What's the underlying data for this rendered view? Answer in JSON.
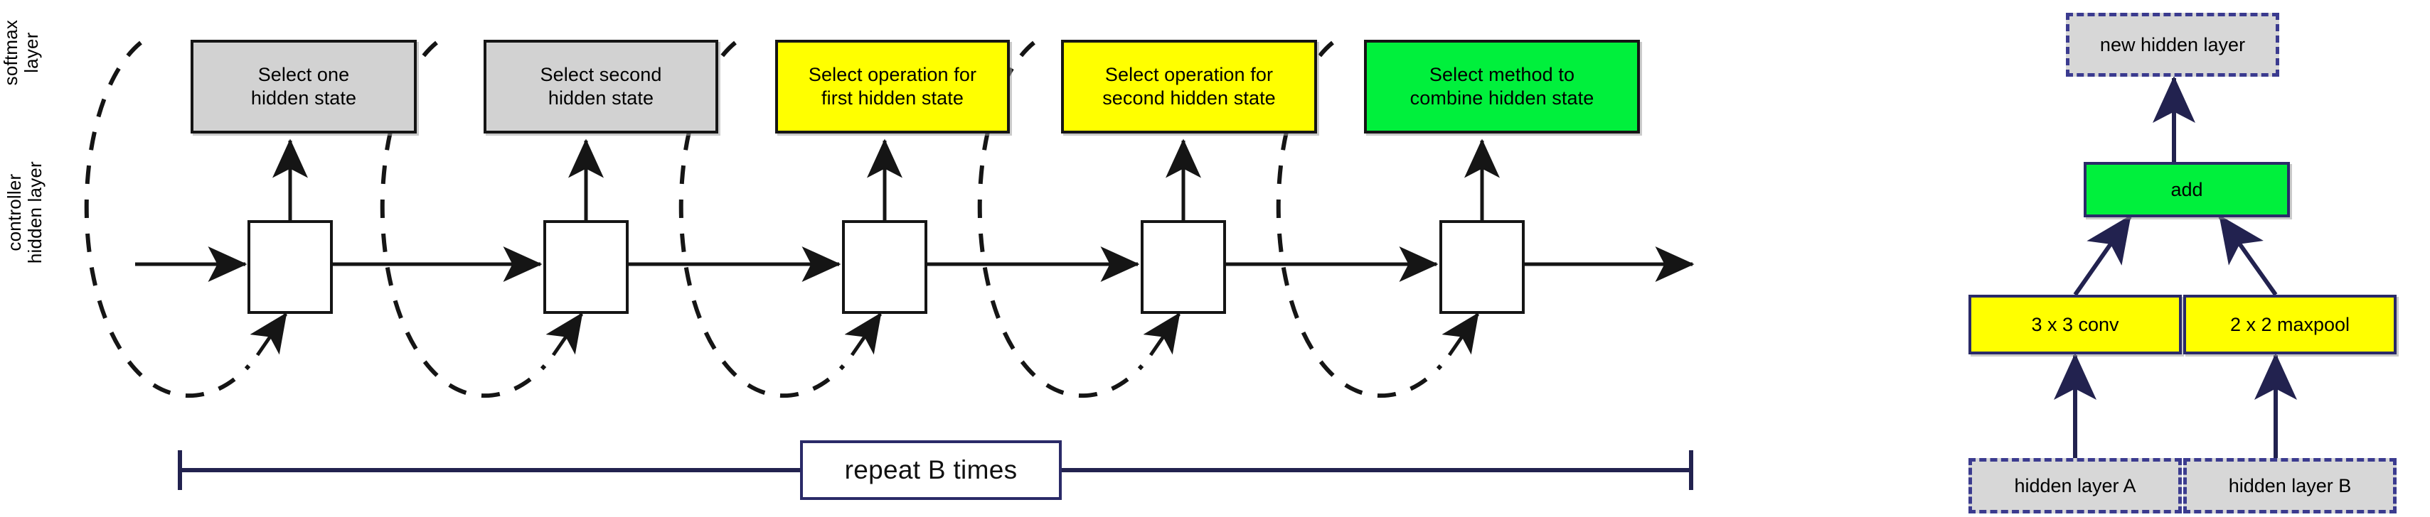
{
  "figure": {
    "left_panel": {
      "axis_labels": [
        {
          "name": "softmax-layer",
          "text": "softmax\nlayer"
        },
        {
          "name": "controller-hidden-layer",
          "text": "controller\nhidden layer"
        }
      ],
      "softmax_boxes": [
        {
          "label": "Select one\nhidden state",
          "fill": "#d2d2d2",
          "kind": "gray"
        },
        {
          "label": "Select second\nhidden state",
          "fill": "#d2d2d2",
          "kind": "gray"
        },
        {
          "label": "Select operation for\nfirst hidden state",
          "fill": "#ffff00",
          "kind": "yellow"
        },
        {
          "label": "Select operation for\nsecond hidden state",
          "fill": "#ffff00",
          "kind": "yellow"
        },
        {
          "label": "Select method to\ncombine hidden state",
          "fill": "#00f03c",
          "kind": "green"
        }
      ],
      "controller_cells": [
        "",
        "",
        "",
        "",
        ""
      ],
      "repeat_label": "repeat B times",
      "repeat_border_color": "#2a2a68"
    },
    "right_panel": {
      "output": {
        "label": "new hidden layer",
        "fill": "#d7d7d7",
        "border": "#3b3b8f",
        "style": "dashed"
      },
      "combine": {
        "label": "add",
        "fill": "#00f03c",
        "border": "#2a2a68",
        "style": "solid"
      },
      "operations": [
        {
          "label": "3 x 3 conv",
          "fill": "#ffff00",
          "border": "#2a2a68",
          "style": "solid"
        },
        {
          "label": "2 x 2 maxpool",
          "fill": "#ffff00",
          "border": "#2a2a68",
          "style": "solid"
        }
      ],
      "inputs": [
        {
          "label": "hidden layer A",
          "fill": "#d7d7d7",
          "border": "#3b3b8f",
          "style": "dashed"
        },
        {
          "label": "hidden layer B",
          "fill": "#d7d7d7",
          "border": "#3b3b8f",
          "style": "dashed"
        }
      ]
    },
    "colors": {
      "stroke_black": "#151515",
      "navy": "#2a2a68",
      "dashed_navy": "#3b3b8f",
      "gray_fill": "#d2d2d2",
      "yellow_fill": "#ffff00",
      "green_fill": "#00f03c"
    }
  }
}
